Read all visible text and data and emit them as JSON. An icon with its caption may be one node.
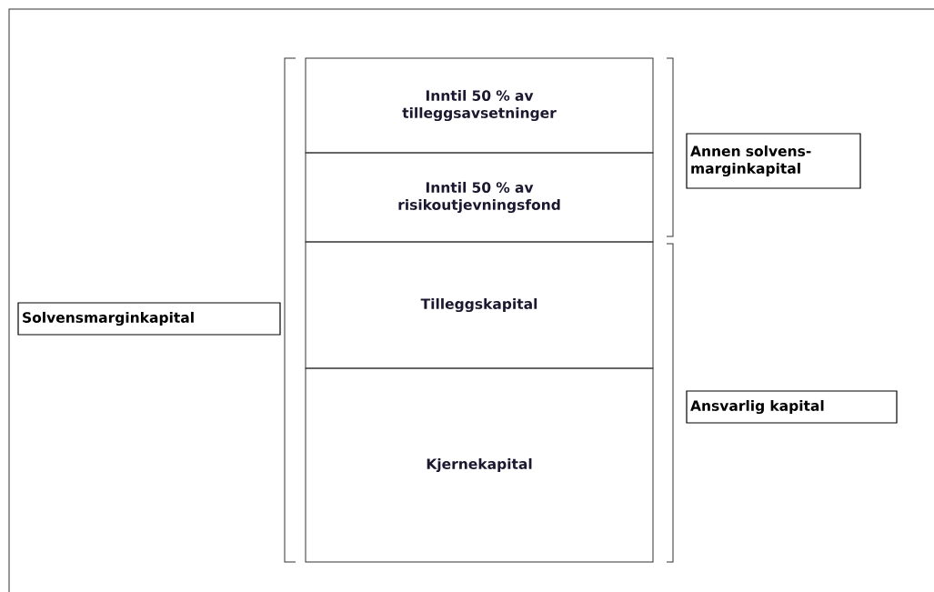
{
  "diagram": {
    "nodes": [
      {
        "text": [
          "Inntil 50 % av tilleggsavsetninger"
        ]
      },
      {
        "text": [
          "Inntil 50 % av risikoutjevningsfond"
        ]
      },
      {
        "text": [
          "Tilleggskapital"
        ]
      },
      {
        "text": [
          "Kjernekapital"
        ]
      },
      {
        "text": [
          "Solvensmarginkapital"
        ]
      },
      {
        "text": [
          "Annen solvens- marginkapital"
        ]
      },
      {
        "text": [
          "Ansvarlig kapital"
        ]
      }
    ]
  }
}
